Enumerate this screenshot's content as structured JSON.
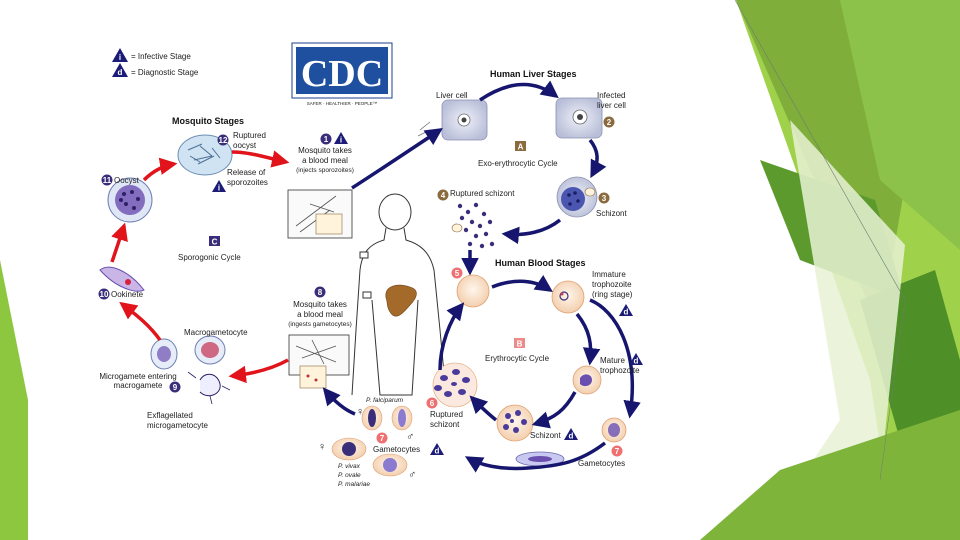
{
  "legend": {
    "infective_letter": "i",
    "infective": "= Infective Stage",
    "diagnostic_letter": "d",
    "diagnostic": "= Diagnostic Stage"
  },
  "logo": {
    "text": "CDC",
    "tagline": "SAFER · HEALTHIER · PEOPLE™"
  },
  "colors": {
    "arrow_blue": "#16166e",
    "arrow_red": "#e1141b",
    "green_dark": "#4e8f27",
    "green_light": "#9fd14b",
    "cell": "#f8e2cd",
    "purple": "#3a2e7a"
  },
  "sections": {
    "mosquito": "Mosquito Stages",
    "liver": "Human Liver Stages",
    "blood": "Human Blood Stages"
  },
  "cycles": {
    "a_letter": "A",
    "a": "Exo-erythrocytic Cycle",
    "b_letter": "B",
    "b": "Erythrocytic Cycle",
    "c_letter": "C",
    "c": "Sporogonic Cycle"
  },
  "labels": {
    "liver_cell": "Liver cell",
    "infected_line1": "Infected",
    "infected_line2": "liver cell",
    "schizont_liver": "Schizont",
    "ruptured_schizont_liver": "Ruptured schizont",
    "meal1_line1": "Mosquito takes",
    "meal1_line2": "a blood meal",
    "meal1_line3": "(injects sporozoites)",
    "meal2_line1": "Mosquito takes",
    "meal2_line2": "a blood meal",
    "meal2_line3": "(ingests gametocytes)",
    "ruptured_oocyst_line1": "Ruptured",
    "ruptured_oocyst_line2": "oocyst",
    "release_line1": "Release of",
    "release_line2": "sporozoites",
    "oocyst": "Oocyst",
    "ookinete": "Ookinete",
    "macrogametocyte": "Macrogametocyte",
    "microgamete_line1": "Microgamete entering",
    "microgamete_line2": "macrogamete",
    "exflagellated_line1": "Exflagellated",
    "exflagellated_line2": "microgametocyte",
    "immature_line1": "Immature",
    "immature_line2": "trophozoite",
    "immature_line3": "(ring stage)",
    "mature_line1": "Mature",
    "mature_line2": "trophozoite",
    "schizont_blood": "Schizont",
    "ruptured_schizont_line1": "Ruptured",
    "ruptured_schizont_line2": "schizont",
    "gametocytes_right": "Gametocytes",
    "gametocytes_center": "Gametocytes",
    "p_falciparum": "P. falciparum",
    "p_vivax": "P. vivax",
    "p_ovale": "P. ovale",
    "p_malariae": "P. malariae",
    "female": "♀",
    "male": "♂"
  },
  "steps": {
    "s1": "1",
    "s2": "2",
    "s3": "3",
    "s4": "4",
    "s5": "5",
    "s6": "6",
    "s7a": "7",
    "s7b": "7",
    "s8": "8",
    "s9": "9",
    "s10": "10",
    "s11": "11",
    "s12": "12"
  },
  "stage_tags": {
    "i": "i",
    "d": "d"
  }
}
